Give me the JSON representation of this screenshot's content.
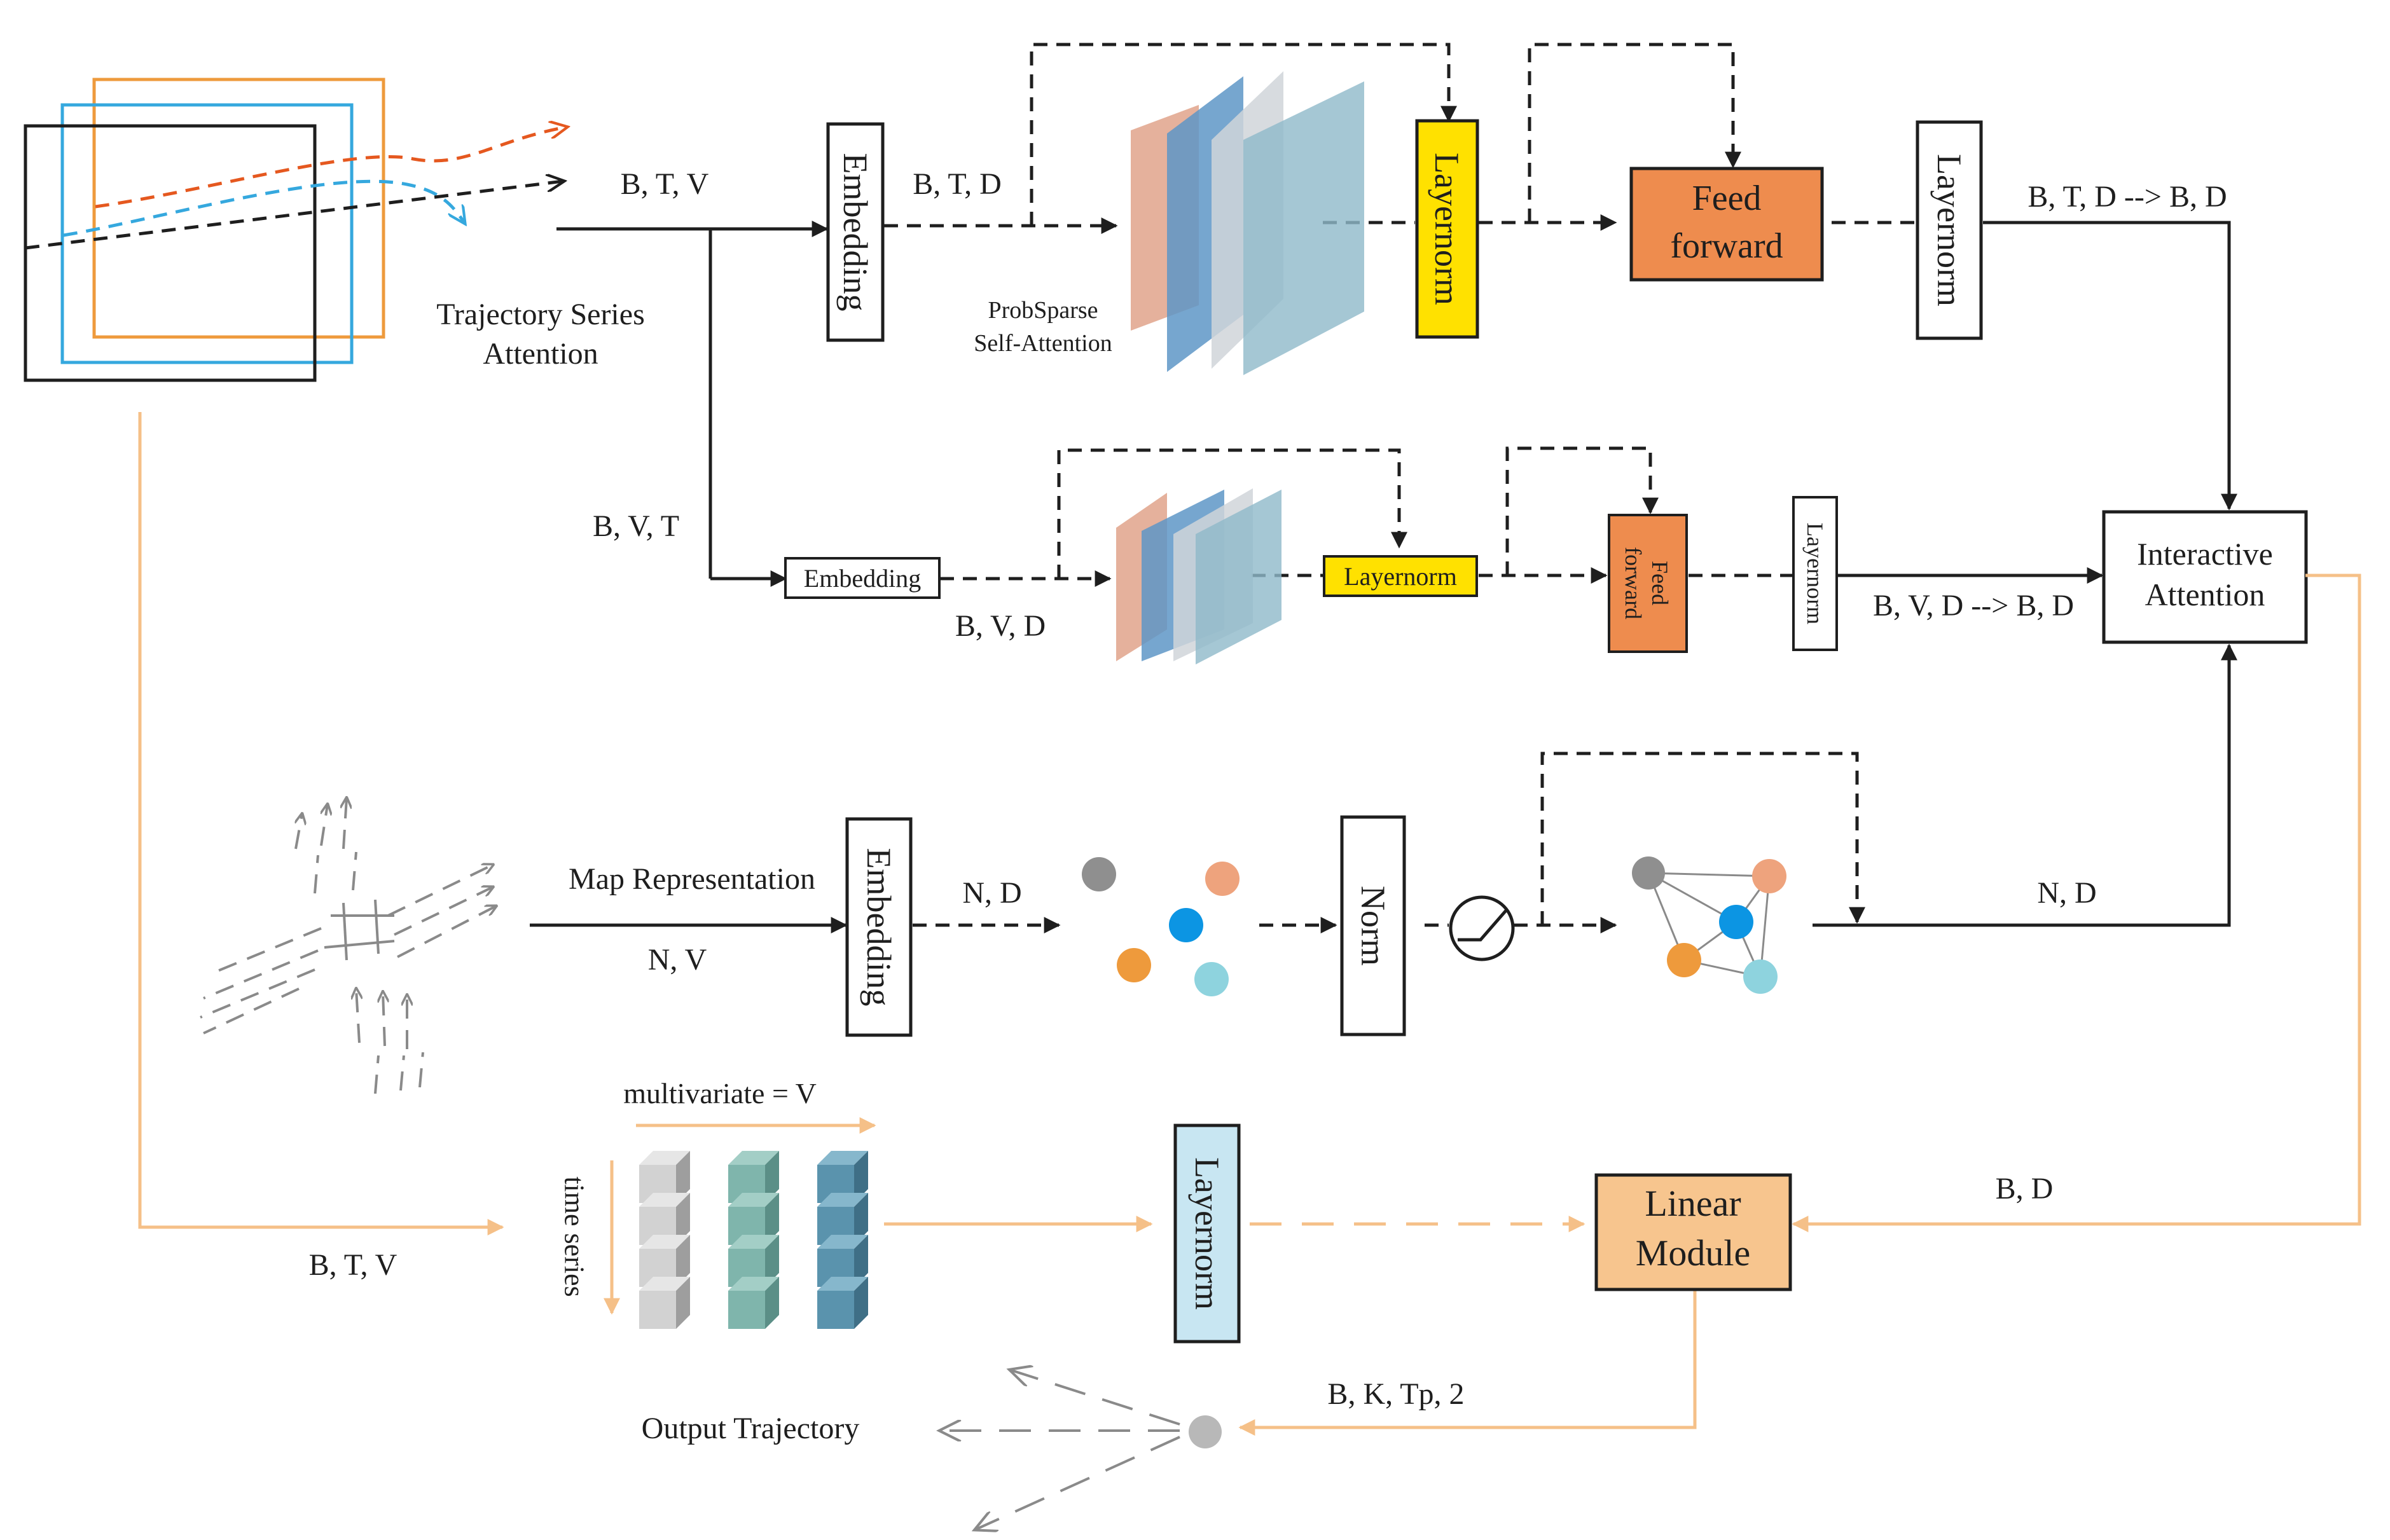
{
  "labels": {
    "btv_top": "B, T, V",
    "btd_top": "B, T, D",
    "traj_attn_line1": "Trajectory Series",
    "traj_attn_line2": "Attention",
    "probsparse_line1": "ProbSparse",
    "probsparse_line2": "Self-Attention",
    "btd_to_bd": "B, T, D --> B, D",
    "bvt": "B, V, T",
    "bvd": "B, V, D",
    "bvd_to_bd": "B, V, D --> B, D",
    "map_rep": "Map Representation",
    "nv": "N, V",
    "nd_left": "N, D",
    "nd_right": "N, D",
    "multivariate": "multivariate = V",
    "time_series": "time series",
    "btv_bottom": "B, T, V",
    "bd_right": "B, D",
    "bktp2": "B, K, Tp, 2",
    "output_traj": "Output Trajectory"
  },
  "boxes": {
    "embedding_top": "Embedding",
    "layernorm_top1": "Layernorm",
    "feedforward_top_line1": "Feed",
    "feedforward_top_line2": "forward",
    "layernorm_top2": "Layernorm",
    "embedding_mid": "Embedding",
    "layernorm_mid1": "Layernorm",
    "feedforward_mid_line1": "Feed",
    "feedforward_mid_line2": "forward",
    "layernorm_mid2": "Layernorm",
    "interactive_line1": "Interactive",
    "interactive_line2": "Attention",
    "embedding_map": "Embedding",
    "norm_map": "Norm",
    "layernorm_bottom": "Layernorm",
    "linear_line1": "Linear",
    "linear_line2": "Module"
  },
  "colors": {
    "layernorm_yellow": "#ffe100",
    "feedforward_orange": "#ee8c4e",
    "linear_orange": "#f7c58e",
    "layernorm_blue": "#c8e6f2",
    "orange_flow": "#f5c088",
    "node_gray": "#8f8f8f",
    "node_salmon": "#eea37d",
    "node_blue": "#0c95e3",
    "node_orange": "#ee9a3c",
    "node_cyan": "#8ed3de",
    "traj_red": "#e5581f",
    "traj_blue": "#35a8de"
  },
  "icons": {
    "attention_stack": "stacked-attention-layers",
    "activation": "relu-activation-icon",
    "graph": "graph-network-icon",
    "cubes": "multivariate-time-series-cubes",
    "map": "road-map-lanes-icon",
    "input": "trajectory-frames-icon",
    "output": "output-trajectory-fan-icon"
  }
}
